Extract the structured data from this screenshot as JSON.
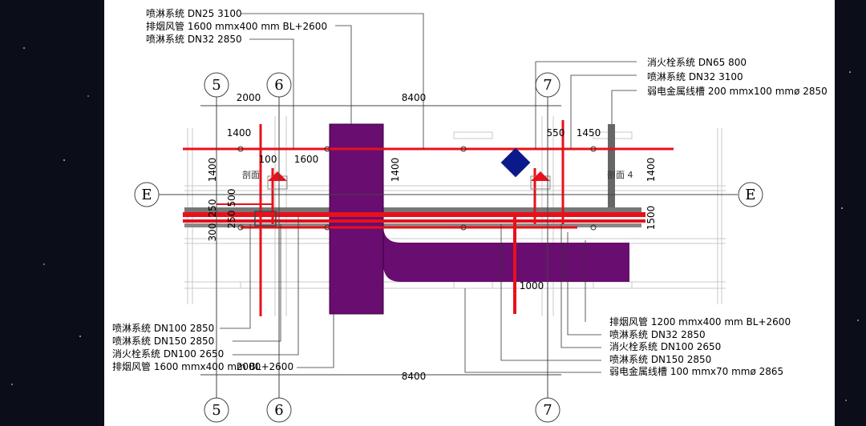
{
  "drawing": {
    "grid_labels": {
      "g5": "5",
      "g6": "6",
      "g7": "7",
      "gE": "E"
    },
    "top_dims": {
      "d2000": "2000",
      "d8400": "8400"
    },
    "bottom_dims": {
      "d2000": "2000",
      "d8400": "8400"
    },
    "inner_dims": {
      "d1400a": "1400",
      "d100": "100",
      "d1600": "1600",
      "d1400b": "1400",
      "d1400v": "1400",
      "d500": "500",
      "d250a": "250",
      "d250b": "250",
      "d300": "300",
      "d1400c": "1400",
      "d550": "550",
      "d1450": "1450",
      "d1500": "1500",
      "d1000": "1000"
    },
    "sections": {
      "left": "剖面",
      "right": "剖面 4"
    },
    "labels_top_left": [
      "喷淋系统 DN25 3100",
      "排烟风管 1600 mmx400 mm BL+2600",
      "喷淋系统 DN32 2850"
    ],
    "labels_top_right": [
      "消火栓系统 DN65 800",
      "喷淋系统 DN32 3100",
      "弱电金属线槽 200 mmx100 mmø 2850"
    ],
    "labels_bottom_left": [
      "喷淋系统 DN100 2850",
      "喷淋系统 DN150 2850",
      "消火栓系统 DN100 2650",
      "排烟风管 1600 mmx400 mm BL+2600"
    ],
    "labels_bottom_right": [
      "排烟风管 1200 mmx400 mm BL+2600",
      "喷淋系统 DN32 2850",
      "消火栓系统 DN100 2650",
      "喷淋系统 DN150 2850",
      "弱电金属线槽 100 mmx70 mmø 2865"
    ],
    "colors": {
      "pipe": "#e8101a",
      "duct": "#6a0d70",
      "tray": "#555555",
      "equipment": "#0a1a8a"
    }
  }
}
